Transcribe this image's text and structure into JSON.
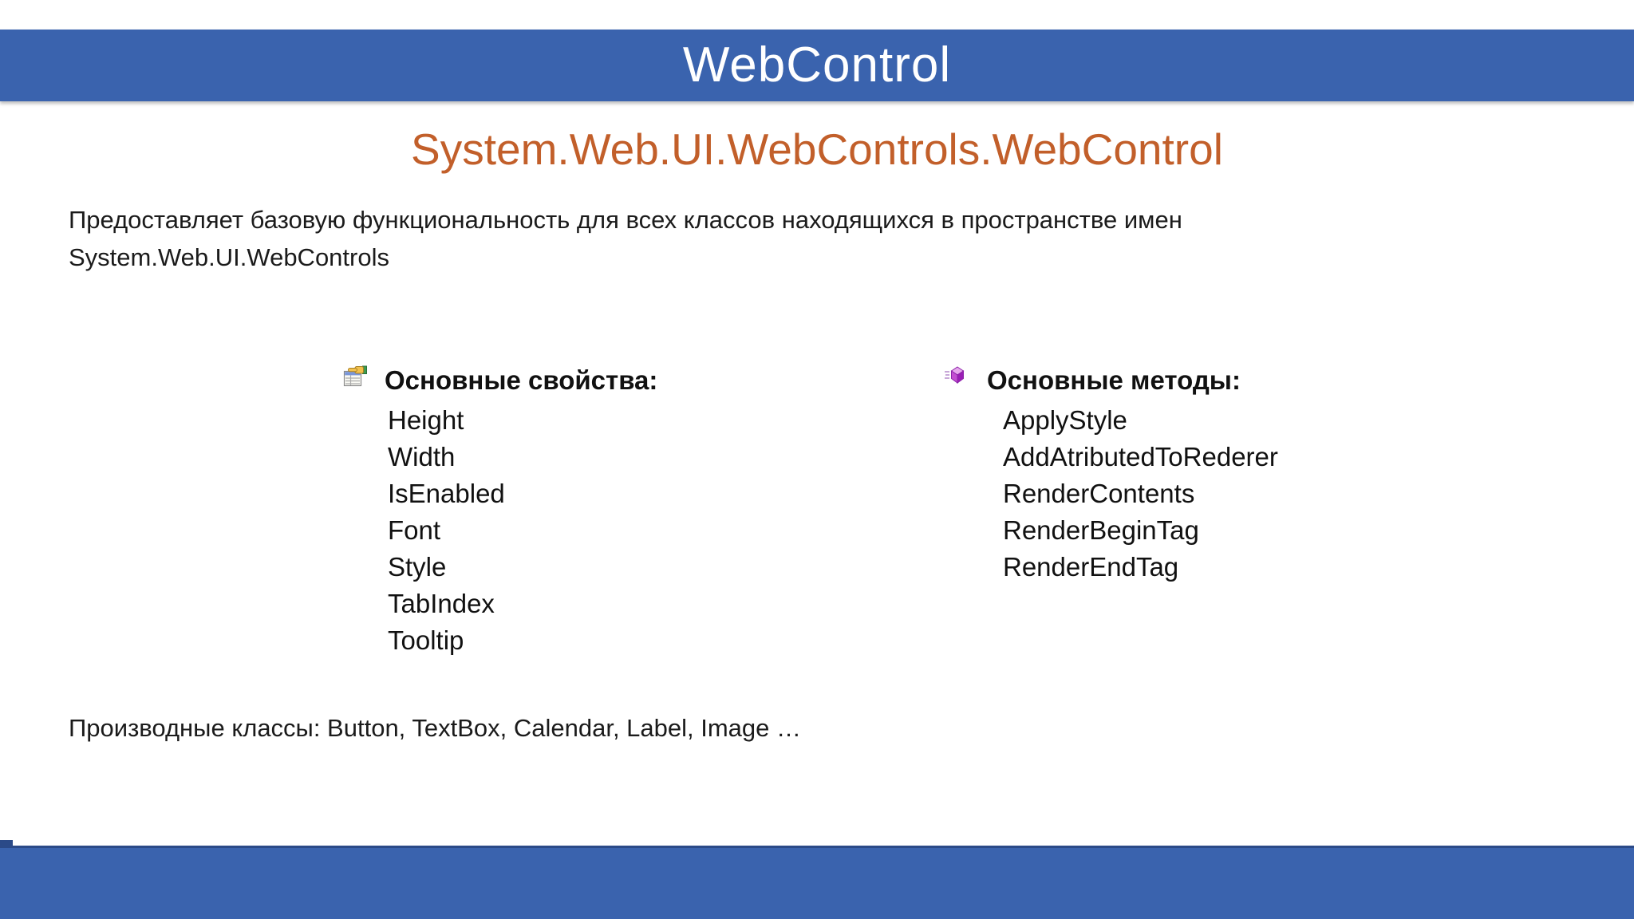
{
  "slide": {
    "header": {
      "title": "WebControl"
    },
    "subtitle": "System.Web.UI.WebControls.WebControl",
    "description": "Предоставляет базовую функциональность для всех классов находящихся в пространстве имен System.Web.UI.WebControls",
    "sections": {
      "properties": {
        "icon": "properties-grid-hand-icon",
        "heading": "Основные свойства:",
        "items": [
          "Height",
          "Width",
          "IsEnabled",
          "Font",
          "Style",
          "TabIndex",
          "Tooltip"
        ]
      },
      "methods": {
        "icon": "method-cube-icon",
        "heading": "Основные методы:",
        "items": [
          "ApplyStyle",
          "AddAtributedToRederer",
          "RenderContents",
          "RenderBeginTag",
          "RenderEndTag"
        ]
      }
    },
    "derived_classes_line": "Производные классы: Button, TextBox, Calendar, Label, Image …"
  },
  "colors": {
    "bar_blue": "#3a63ae",
    "bar_edge_dark": "#2b4a88",
    "title_text": "#ffffff",
    "subtitle_orange": "#c25f2a",
    "body_text": "#1b1b1b"
  }
}
